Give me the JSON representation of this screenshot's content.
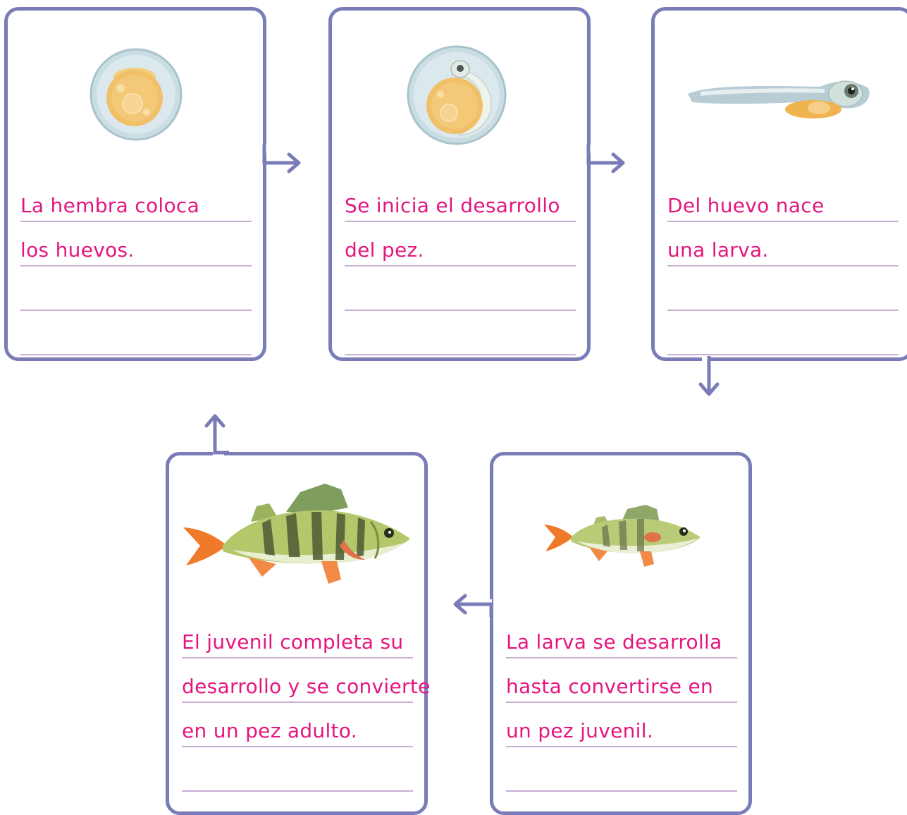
{
  "diagram": {
    "stages": [
      {
        "lines": [
          "La hembra coloca",
          "los huevos.",
          "",
          ""
        ],
        "image": "fish-egg-icon"
      },
      {
        "lines": [
          "Se inicia el desarrollo",
          "del pez.",
          "",
          ""
        ],
        "image": "developing-embryo-icon"
      },
      {
        "lines": [
          "Del huevo nace",
          "una larva.",
          "",
          ""
        ],
        "image": "larva-icon"
      },
      {
        "lines": [
          "El juvenil completa su",
          "desarrollo y se convierte",
          "en un pez adulto.",
          ""
        ],
        "image": "adult-perch-icon"
      },
      {
        "lines": [
          "La larva se desarrolla",
          "hasta convertirse en",
          "un pez juvenil.",
          ""
        ],
        "image": "juvenile-perch-icon"
      }
    ],
    "colors": {
      "border": "#7a7cb8",
      "text": "#e4167f",
      "ruled_line": "#c9aed6"
    }
  }
}
